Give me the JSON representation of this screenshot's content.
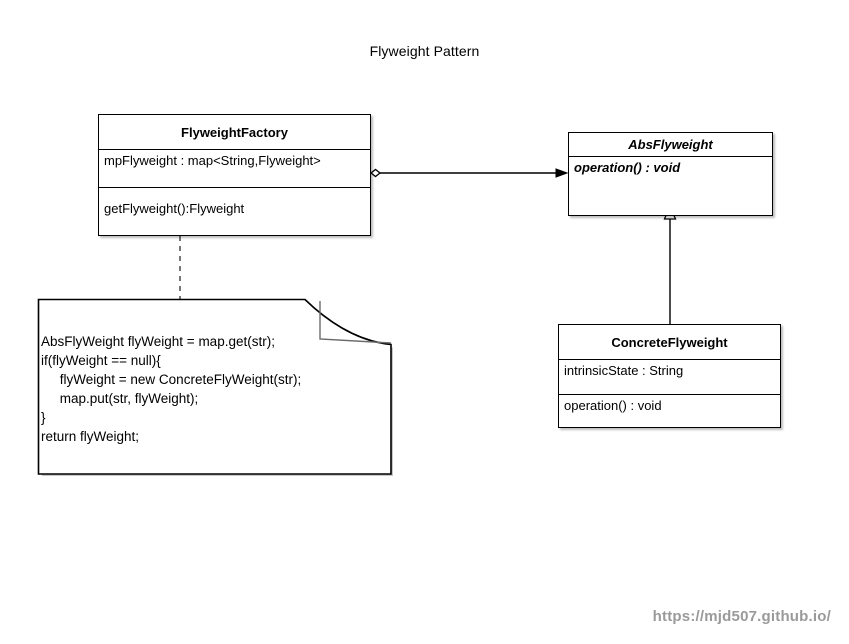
{
  "diagram": {
    "title": "Flyweight Pattern",
    "background_color": "#ffffff",
    "line_color": "#000000"
  },
  "classes": [
    {
      "id": "flyweightfactory",
      "name": "FlyweightFactory",
      "stereotype": "class",
      "attributes": [
        "mpFlyweight : map<String,Flyweight>"
      ],
      "operations": [
        "getFlyweight():Flyweight"
      ]
    },
    {
      "id": "absflyweight",
      "name": "AbsFlyweight",
      "stereotype": "abstract",
      "attributes": [],
      "operations": [
        "operation() : void"
      ]
    },
    {
      "id": "concreteflyweight",
      "name": "ConcreteFlyweight",
      "stereotype": "class",
      "attributes": [
        "intrinsicState : String"
      ],
      "operations": [
        "operation() : void"
      ]
    }
  ],
  "note": {
    "attached_to": "flyweightfactory",
    "code": "AbsFlyWeight flyWeight = map.get(str);\nif(flyWeight == null){\n     flyWeight = new ConcreteFlyWeight(str);\n     map.put(str, flyWeight);\n}\nreturn flyWeight;"
  },
  "relationships": [
    {
      "id": "factory-uses-absflyweight",
      "type": "aggregation-directed",
      "source": "flyweightfactory",
      "target": "absflyweight",
      "source_decoration": "hollow-diamond",
      "target_decoration": "filled-arrow",
      "label": ""
    },
    {
      "id": "concrete-extends-abs",
      "type": "generalization",
      "source": "concreteflyweight",
      "target": "absflyweight",
      "source_decoration": "none",
      "target_decoration": "hollow-triangle",
      "label": ""
    },
    {
      "id": "note-anchor",
      "type": "note-link",
      "source": "flyweightfactory",
      "target": "note",
      "source_decoration": "none",
      "target_decoration": "none",
      "style": "dashed",
      "label": ""
    }
  ],
  "watermark": {
    "text": "https://mjd507.github.io/",
    "color": "#9a9a9a"
  }
}
